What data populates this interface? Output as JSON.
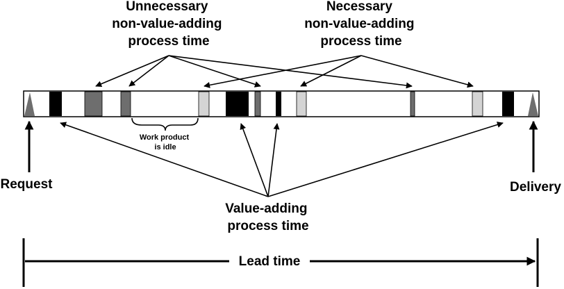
{
  "labels": {
    "unnecessary": [
      "Unnecessary",
      "non-value-adding",
      "process time"
    ],
    "necessary": [
      "Necessary",
      "non-value-adding",
      "process time"
    ],
    "work_product": [
      "Work product",
      "is idle"
    ],
    "request": "Request",
    "delivery": "Delivery",
    "value_adding": [
      "Value-adding",
      "process time"
    ],
    "lead_time": "Lead time"
  },
  "colors": {
    "value_adding": "#000000",
    "unnecessary": "#6e6e6e",
    "necessary": "#d4d4d4",
    "outline": "#000000"
  }
}
